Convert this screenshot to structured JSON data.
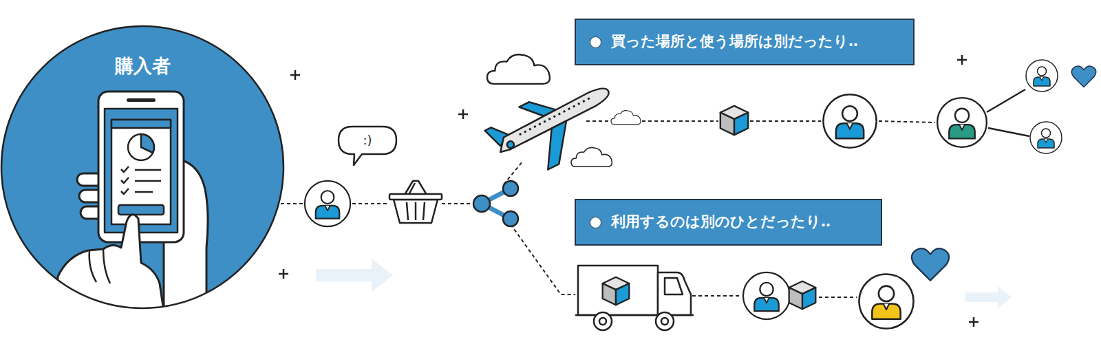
{
  "diagram": {
    "nodes": [
      {
        "text": [
          "購入者"
        ]
      },
      {
        "text": [
          ":)"
        ]
      },
      {
        "text": [
          "買った場所と使う場所は別だったり‥"
        ]
      },
      {
        "text": [
          "利用するのは別のひとだったり‥"
        ]
      }
    ]
  }
}
